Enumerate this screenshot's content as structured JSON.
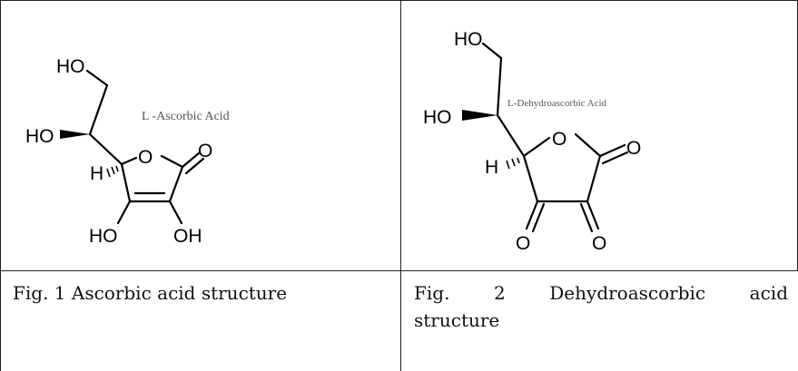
{
  "figures": [
    {
      "name_label": "L -Ascorbic Acid",
      "atoms": {
        "ho_top": "HO",
        "ho_left": "HO",
        "h": "H",
        "o_ring": "O",
        "o_carbonyl": "O",
        "ho_bottom": "HO",
        "oh_bottom": "OH"
      },
      "caption": "Fig. 1 Ascorbic acid structure"
    },
    {
      "name_label": "L-Dehydroascorbic Acid",
      "atoms": {
        "ho_top": "HO",
        "ho_left": "HO",
        "h": "H",
        "o_ring": "O",
        "o_carbonyl": "O",
        "o_bottom_left": "O",
        "o_bottom_right": "O"
      },
      "caption_word1": "Fig.",
      "caption_word2": "2",
      "caption_word3": "Dehydroascorbic",
      "caption_word4": "acid",
      "caption_line2": "structure"
    }
  ]
}
